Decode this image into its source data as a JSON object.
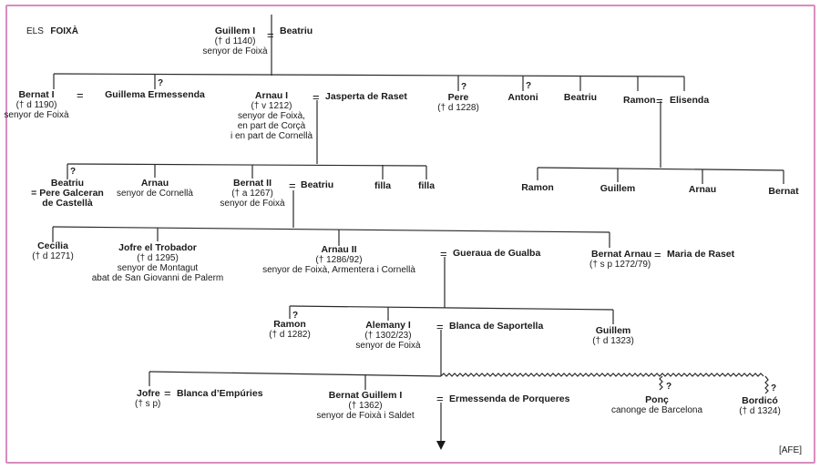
{
  "title": {
    "prefix": "ELS",
    "family": "FOIXÀ"
  },
  "credit": "[AFE]",
  "marriage_symbol": "=",
  "uncertain_symbol": "?",
  "persons": {
    "guillem_i": {
      "name": "Guillem I",
      "lines": [
        "(† d 1140)",
        "senyor de Foixà"
      ]
    },
    "beatriu_g1": {
      "name": "Beatriu"
    },
    "bernat_i": {
      "name": "Bernat I",
      "lines": [
        "(† d 1190)",
        "senyor de Foixà"
      ]
    },
    "guillema": {
      "name": "Guillema Ermessenda"
    },
    "arnau_i": {
      "name": "Arnau I",
      "lines": [
        "(† v 1212)",
        "senyor de Foixà,",
        "en part de Corçà",
        "i en part de Cornellà"
      ]
    },
    "jasperta": {
      "name": "Jasperta de Raset"
    },
    "pere": {
      "name": "Pere",
      "lines": [
        "(† d 1228)"
      ]
    },
    "antoni": {
      "name": "Antoni"
    },
    "beatriu_g2": {
      "name": "Beatriu"
    },
    "ramon_g2": {
      "name": "Ramon"
    },
    "elisenda": {
      "name": "Elisenda"
    },
    "ramon_e": {
      "name": "Ramon"
    },
    "guillem_e": {
      "name": "Guillem"
    },
    "arnau_e": {
      "name": "Arnau"
    },
    "bernat_e": {
      "name": "Bernat"
    },
    "beatriu_g3": {
      "name": "Beatriu",
      "lines": [
        "= Pere Galceran",
        "de Castellà"
      ]
    },
    "arnau_g3": {
      "name": "Arnau",
      "lines": [
        "senyor de Cornellà"
      ]
    },
    "bernat_ii": {
      "name": "Bernat II",
      "lines": [
        "(† a 1267)",
        "senyor de Foixà"
      ]
    },
    "beatriu_b2": {
      "name": "Beatriu"
    },
    "filla1": {
      "name": "filla"
    },
    "filla2": {
      "name": "filla"
    },
    "cecilia": {
      "name": "Cecília",
      "lines": [
        "(† d 1271)"
      ]
    },
    "jofre_trobador": {
      "name": "Jofre el Trobador",
      "lines": [
        "(† d 1295)",
        "senyor de Montagut",
        "abat de San Giovanni de Palerm"
      ]
    },
    "arnau_ii": {
      "name": "Arnau II",
      "lines": [
        "(† 1286/92)",
        "senyor de Foixà, Armentera i Cornellà"
      ]
    },
    "gueraua": {
      "name": "Gueraua de Gualba"
    },
    "bernat_arnau": {
      "name": "Bernat Arnau",
      "lines": [
        "(† s p 1272/79)"
      ]
    },
    "maria_raset": {
      "name": "Maria de Raset"
    },
    "ramon_g5": {
      "name": "Ramon",
      "lines": [
        "(† d 1282)"
      ]
    },
    "alemany_i": {
      "name": "Alemany I",
      "lines": [
        "(† 1302/23)",
        "senyor de Foixà"
      ]
    },
    "blanca_saportella": {
      "name": "Blanca de Saportella"
    },
    "guillem_g5": {
      "name": "Guillem",
      "lines": [
        "(† d 1323)"
      ]
    },
    "jofre_g6": {
      "name": "Jofre",
      "lines": [
        "(† s p)"
      ]
    },
    "blanca_empuries": {
      "name": "Blanca d’Empúries"
    },
    "bernat_guillem_i": {
      "name": "Bernat Guillem I",
      "lines": [
        "(† 1362)",
        "senyor de Foixà i Saldet"
      ]
    },
    "ermessenda": {
      "name": "Ermessenda de Porqueres"
    },
    "ponc": {
      "name": "Ponç",
      "lines": [
        "canonge de Barcelona"
      ]
    },
    "bordico": {
      "name": "Bordicó",
      "lines": [
        "(† d 1324)"
      ]
    }
  }
}
